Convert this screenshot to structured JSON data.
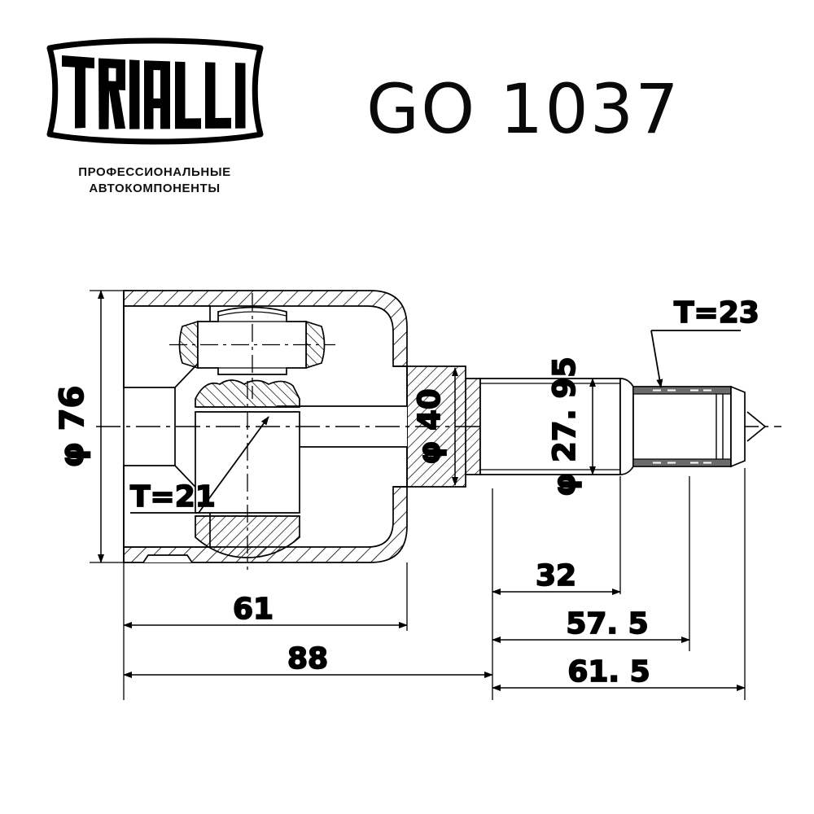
{
  "header": {
    "brand_name": "TRIALLI",
    "tagline_line1": "ПРОФЕССИОНАЛЬНЫЕ",
    "tagline_line2": "АВТОКОМПОНЕНТЫ",
    "part_number": "GO 1037"
  },
  "drawing": {
    "title": "CV joint technical cross-section drawing",
    "line_color": "#000000",
    "dimensions": {
      "outer_diameter": "φ 76",
      "housing_neck_diameter": "φ 40",
      "shaft_diameter": "φ 27. 95",
      "inner_spline_teeth": "T=21",
      "outer_spline_teeth": "T=23",
      "housing_inner_length": "61",
      "housing_total_length": "88",
      "shaft_step_length": "32",
      "shaft_mid_length": "57. 5",
      "shaft_total_length": "61. 5"
    }
  }
}
